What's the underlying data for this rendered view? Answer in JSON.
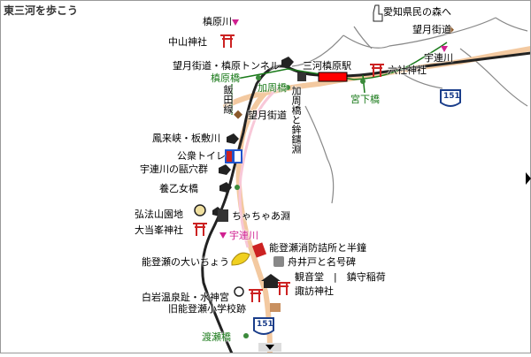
{
  "title": "東三河を歩こう",
  "labels": {
    "yokobaragawa": "槙原川",
    "aichi_forest": "愛知県民の森へ",
    "mochizuki_kaido_top": "望月街道",
    "nakayama_jinja": "中山神社",
    "uregawa_top": "宇連川",
    "mochizuki_tunnel": "望月街道・槙原トンネル",
    "mikawa_makihara_st": "三河槙原駅",
    "rokusha_jinja": "六社神社",
    "makihara_bridge": "槙原橋",
    "kashuu_bridge": "加周橋",
    "miyashita_bridge": "宮下橋",
    "iida_line": "飯田線",
    "mochizuki_kaido_mid": "望月街道",
    "kashuu_nuki": "加周橋と鉾鑓淵",
    "horaikyo": "鳳来峡・板敷川",
    "public_toilet": "公衆トイレ",
    "uregawa_potholes": "宇連川の甌穴群",
    "youotome_bridge": "養乙女橋",
    "chachafuchi": "ちゃちゃあ淵",
    "kobo_park": "弘法山園地",
    "daitoho_jinja": "大当峯神社",
    "uregawa_mid": "宇連川",
    "nose_fire": "能登瀬消防詰所と半鐘",
    "funai_well": "舟井戸と名号碑",
    "nose_ginkgo": "能登瀬の大いちょう",
    "kannon": "観音堂　|　鎮守稲荷",
    "suwa_jinja": "諏訪神社",
    "shiraiwa_onsen": "白岩温泉趾・水神宮",
    "old_school": "旧能登瀬小学校跡",
    "watarise_bridge": "渡瀬橋"
  },
  "routes": {
    "route_151_a": "151",
    "route_151_b": "151"
  },
  "colors": {
    "road_main": "#f3c9a0",
    "road_minor": "#888888",
    "railway": "#222222",
    "river": "#d02090",
    "shrine": "#cc2222",
    "station": "#ff0000",
    "bridge": "#3a8a3a",
    "kaido": "#8b5a2b"
  },
  "icons": {
    "shrine": "torii-icon",
    "hiker": "hiker-icon",
    "toilet": "toilet-icon",
    "ginkgo": "ginkgo-icon",
    "hand": "pointing-hand-icon",
    "station": "station-icon"
  }
}
